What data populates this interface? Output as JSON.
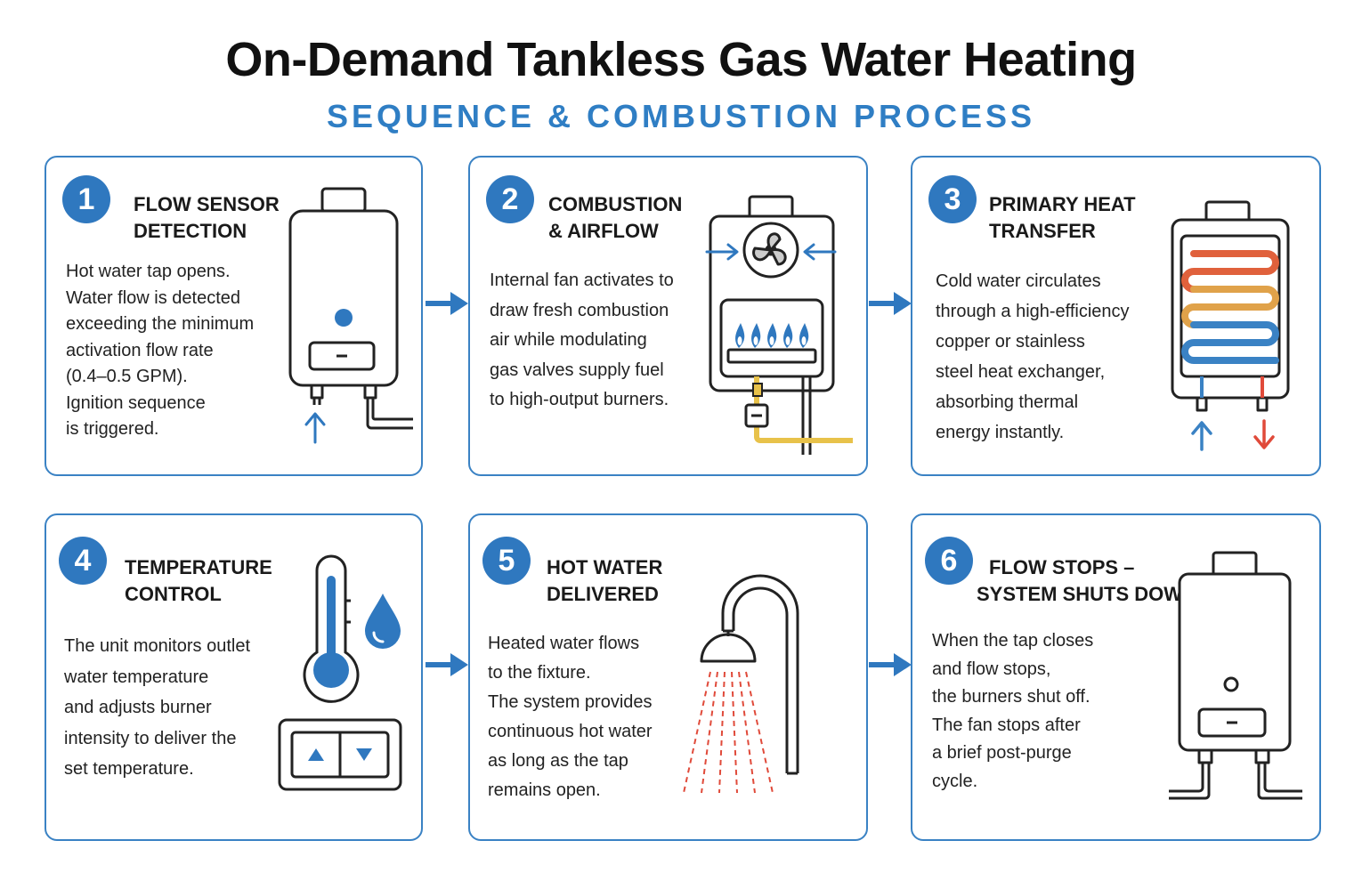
{
  "header": {
    "title": "On-Demand Tankless Gas Water Heating",
    "subtitle": "SEQUENCE & COMBUSTION PROCESS"
  },
  "colors": {
    "accent": "#2f78bf",
    "border": "#3a82c4",
    "flame": "#2f78bf",
    "gas_line": "#e8c24a",
    "hot": "#e04a3a",
    "cold": "#3a82c4"
  },
  "steps": [
    {
      "number": "1",
      "heading": [
        "FLOW SENSOR",
        "DETECTION"
      ],
      "body": [
        "Hot water tap opens.",
        "Water flow is detected",
        "exceeding the minimum",
        "activation flow rate",
        "(0.4–0.5 GPM).",
        "Ignition sequence",
        "is triggered."
      ],
      "icon": "water-heater-unit-icon"
    },
    {
      "number": "2",
      "heading": [
        "COMBUSTION",
        "& AIRFLOW"
      ],
      "body": [
        "Internal fan activates to",
        "draw fresh combustion",
        "air while modulating",
        "gas valves supply fuel",
        "to high-output burners."
      ],
      "icon": "fan-and-burners-icon"
    },
    {
      "number": "3",
      "heading": [
        "PRIMARY HEAT",
        "TRANSFER"
      ],
      "body": [
        "Cold water circulates",
        "through a high-efficiency",
        "copper or stainless",
        "steel heat exchanger,",
        "absorbing thermal",
        "energy instantly."
      ],
      "icon": "heat-exchanger-icon"
    },
    {
      "number": "4",
      "heading": [
        "TEMPERATURE",
        "CONTROL"
      ],
      "body": [
        "The unit monitors outlet",
        "water temperature",
        "and adjusts burner",
        "intensity to deliver the",
        "set temperature."
      ],
      "icon": "thermometer-icon"
    },
    {
      "number": "5",
      "heading": [
        "HOT WATER",
        "DELIVERED"
      ],
      "body": [
        "Heated water flows",
        "to the fixture.",
        "The system provides",
        "continuous hot water",
        "as long as the tap",
        "remains open."
      ],
      "icon": "shower-icon"
    },
    {
      "number": "6",
      "heading": [
        "FLOW STOPS –",
        "SYSTEM SHUTS DOWN"
      ],
      "body": [
        "When the tap closes",
        "and flow stops,",
        "the burners shut off.",
        "The fan stops after",
        "a brief post-purge",
        "cycle."
      ],
      "icon": "water-heater-off-icon"
    }
  ]
}
